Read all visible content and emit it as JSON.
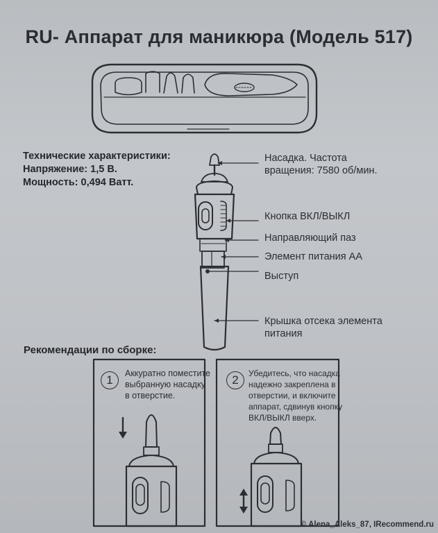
{
  "title": "RU- Аппарат для маникюра (Модель 517)",
  "specs": {
    "heading": "Технические характеристики:",
    "voltage": "Напряжение: 1,5 В.",
    "power": "Мощность: 0,494 Ватт."
  },
  "labels": {
    "nozzle_1": "Насадка. Частота",
    "nozzle_2": "вращения: 7580 об/мин.",
    "button": "Кнопка ВКЛ/ВЫКЛ",
    "groove": "Направляющий паз",
    "battery": "Элемент питания АА",
    "ledge": "Выступ",
    "cover_1": "Крышка отсека элемента",
    "cover_2": "питания"
  },
  "recommendations_heading": "Рекомендации по сборке:",
  "steps": [
    {
      "number": "1",
      "lines": [
        "Аккуратно поместите",
        "выбранную насадку",
        "в отверстие."
      ]
    },
    {
      "number": "2",
      "lines": [
        "Убедитесь, что насадка",
        "надежно закреплена в",
        "отверстии, и включите",
        "аппарат, сдвинув кнопку",
        "ВКЛ/ВЫКЛ вверх."
      ]
    }
  ],
  "watermark": "© Alena_Aleks_87, IRecommend.ru"
}
